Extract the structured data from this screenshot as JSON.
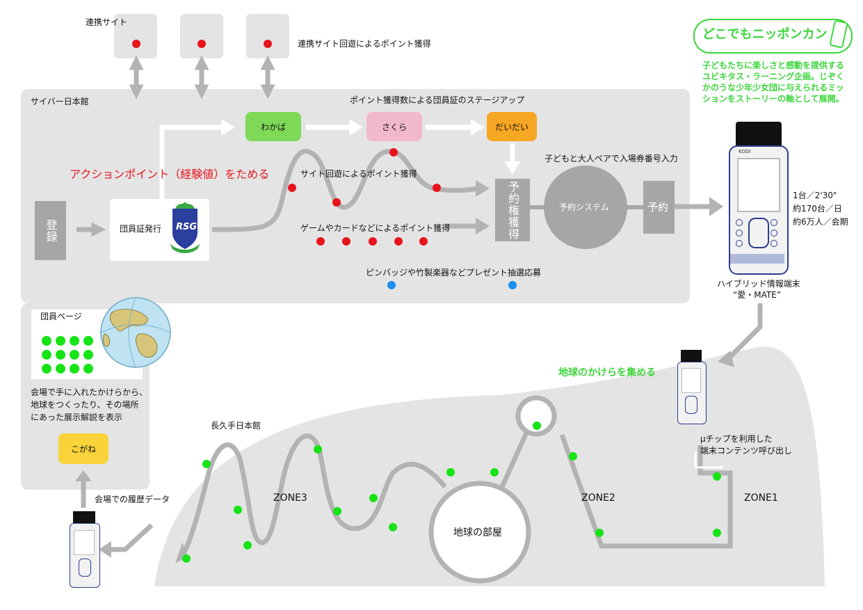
{
  "partner_sites": {
    "label": "連携サイト",
    "caption": "連携サイト回遊によるポイント獲得"
  },
  "cyber": {
    "title": "サイバー日本館",
    "stage_up_caption": "ポイント獲得数による団員証のステージアップ",
    "stages": [
      "わかば",
      "さくら",
      "だいだい"
    ],
    "stage_colors": [
      "#7ed957",
      "#f2b8cc",
      "#f5a623"
    ],
    "action_points": "アクションポイント（経験値）をためる",
    "register": "登録",
    "badge_issue": "団員証発行",
    "badge_letters": "RSG",
    "site_tour": "サイト回遊によるポイント獲得",
    "game_card": "ゲームやカードなどによるポイント獲得",
    "present": "ピンバッジや竹製楽器などプレゼント抽選応募",
    "reserve_right": "予約権獲得",
    "pair_caption": "子どもと大人ペアで入場券番号入力",
    "reserve_system": "予約システム",
    "reserve": "予約"
  },
  "member": {
    "page_label": "団員ページ",
    "description": [
      "会場で手に入れたかけらから、",
      "地球をつくったり、その場所",
      "にあった展示解説を表示"
    ],
    "koganee": "こがね",
    "history": "会場での履歴データ"
  },
  "logo": {
    "text": "どこでもニッポンカン",
    "description": [
      "子どもたちに楽しさと感動を提供する",
      "ユビキタス・ラーニング企画。じぞく",
      "かのうな少年少女団に与えられるミッ",
      "ションをストーリーの軸として展開。"
    ],
    "color": "#3ed53e"
  },
  "device": {
    "stats": [
      "1台／2'30\"",
      "約170台／日",
      "約6万人／会期"
    ],
    "name": "ハイブリッド情報端末",
    "model": "“愛・MATE”",
    "brand": "KDDI"
  },
  "venue": {
    "collect": "地球のかけらを集める",
    "mu_chip": [
      "μチップを利用した",
      "端末コンテンツ呼び出し"
    ],
    "pavilion": "長久手日本館",
    "zone3": "ZONE3",
    "zone2": "ZONE2",
    "zone1": "ZONE1",
    "earth_room": "地球の部屋"
  },
  "colors": {
    "panel": "#e4e4e4",
    "arrow": "#b3b3b3",
    "red": "#e8141c",
    "green": "#17e317",
    "blue": "#1b8ef0",
    "action_red": "#e8141c"
  }
}
